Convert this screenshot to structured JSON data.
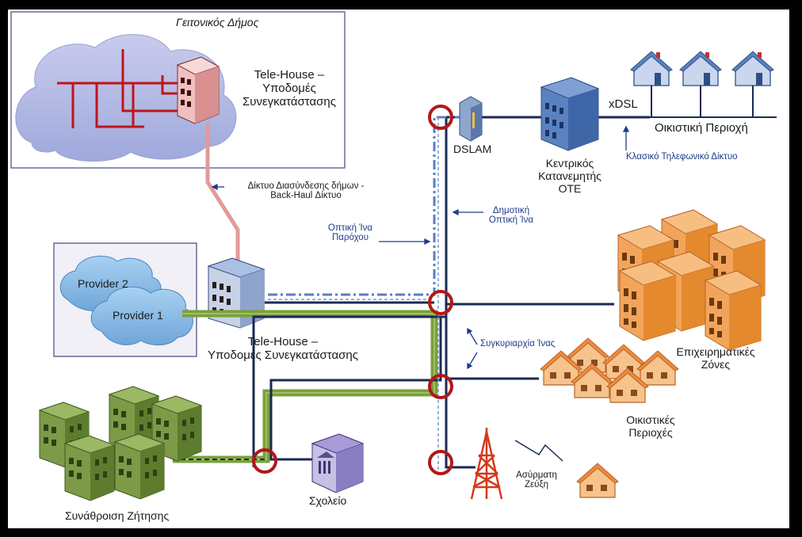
{
  "title": "",
  "labels": {
    "neighbor_municipality": "Γειτονικός Δήμος",
    "telehouse_top_1": "Tele-House –",
    "telehouse_top_2": "Υποδομές",
    "telehouse_top_3": "Συνεγκατάστασης",
    "backhaul_1": "Δίκτυο Διασύνδεσης δήμων -",
    "backhaul_2": "Back-Haul Δίκτυο",
    "provider_2": "Provider 2",
    "provider_1": "Provider 1",
    "telehouse_mid_1": "Tele-House –",
    "telehouse_mid_2": "Υποδομές Συνεγκατάστασης",
    "provider_fiber_1": "Οπτική Ίνα",
    "provider_fiber_2": "Παρόχου",
    "municipal_fiber_1": "Δημοτική",
    "municipal_fiber_2": "Οπτική Ίνα",
    "dslam": "DSLAM",
    "central_1": "Κεντρικός",
    "central_2": "Κατανεμητής",
    "central_3": "ΟΤΕ",
    "xdsl": "xDSL",
    "residential_area": "Οικιστική Περιοχή",
    "classic_phone": "Κλασικό Τηλεφωνικό Δίκτυο",
    "fiber_colocation": "Συγκυριαρχία Ίνας",
    "business_1": "Επιχειρηματικές",
    "business_2": "Ζόνες",
    "residential_areas_1": "Οικιστικές",
    "residential_areas_2": "Περιοχές",
    "wireless_1": "Ασύρματη",
    "wireless_2": "Ζεύξη",
    "school": "Σχολείο",
    "demand_aggregation": "Συνάθροιση Ζήτησης"
  },
  "colors": {
    "background": "#ffffff",
    "frame": "#000000",
    "municipal_fiber": "#1b2a55",
    "provider_fiber": "#5a7fbf",
    "backhaul": "#e39a9a",
    "green_link": "#7aa03a",
    "node_ring": "#b01818",
    "cloud": "#b7bfe6",
    "cloud_blue": "#8fbde8",
    "building_orange": "#f0a050",
    "building_green": "#6b8a3a",
    "building_blue": "#5b82c0",
    "tower": "#d33a1a",
    "label_blue": "#1c3c8a"
  },
  "icons": [
    "cloud",
    "telehouse-building",
    "dslam-cabinet",
    "central-office-building",
    "house",
    "office-building",
    "school-building",
    "radio-tower",
    "lightning-bolt"
  ]
}
